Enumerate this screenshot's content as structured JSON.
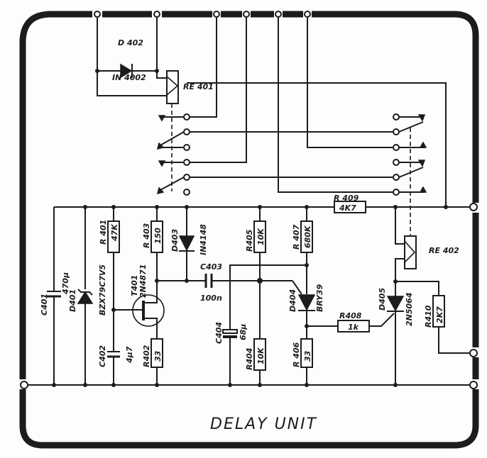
{
  "title": "DELAY UNIT",
  "components": {
    "D402": {
      "ref": "D 402",
      "value": "IN 4002"
    },
    "RE401": {
      "ref": "RE 401"
    },
    "RE402": {
      "ref": "RE 402"
    },
    "C401": {
      "ref": "C401",
      "value": "470µ"
    },
    "D401": {
      "ref": "D401",
      "value": "BZX79C7V5"
    },
    "R401": {
      "ref": "R 401",
      "value": "47K"
    },
    "C402": {
      "ref": "C402",
      "value": "4µ7"
    },
    "T401": {
      "ref": "T401",
      "value": "2N4871"
    },
    "R403": {
      "ref": "R 403",
      "value": "150"
    },
    "R402": {
      "ref": "R402",
      "value": "33"
    },
    "D403": {
      "ref": "D403",
      "value": "IN4148"
    },
    "C403": {
      "ref": "C403",
      "value": "100n"
    },
    "C404": {
      "ref": "C404",
      "value": "68µ"
    },
    "R405": {
      "ref": "R405",
      "value": "10K"
    },
    "R404": {
      "ref": "R404",
      "value": "10K"
    },
    "R407": {
      "ref": "R 407",
      "value": "680K"
    },
    "R406": {
      "ref": "R 406",
      "value": "33"
    },
    "D404": {
      "ref": "D404",
      "value": "BRY39"
    },
    "R408": {
      "ref": "R408",
      "value": "1k"
    },
    "D405": {
      "ref": "D405",
      "value": "2N5064"
    },
    "R409": {
      "ref": "R 409",
      "value": "4K7"
    },
    "R410": {
      "ref": "R410",
      "value": "2K7"
    }
  }
}
